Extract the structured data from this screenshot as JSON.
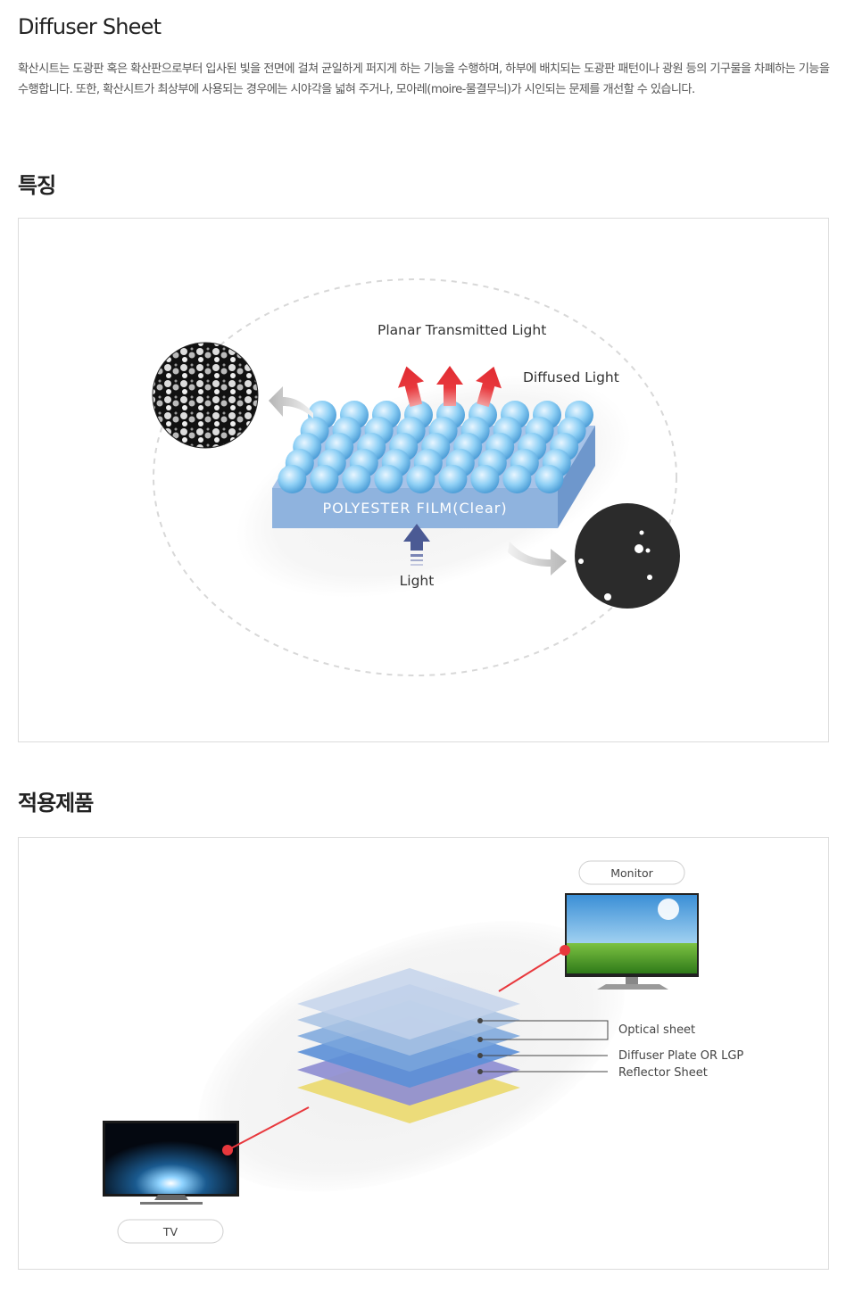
{
  "page": {
    "title": "Diffuser Sheet",
    "intro": "확산시트는 도광판 혹은 확산판으로부터 입사된 빛을 전면에 걸쳐 균일하게 퍼지게 하는 기능을 수행하며, 하부에 배치되는 도광판 패턴이나 광원 등의 기구물을 차폐하는 기능을 수행합니다. 또한, 확산시트가 최상부에 사용되는 경우에는 시야각을 넓혀 주거나, 모아레(moire-물결무늬)가 시인되는 문제를 개선할 수 있습니다."
  },
  "features": {
    "title": "특징",
    "planar_label": "Planar Transmitted Light",
    "diffused_label": "Diffused Light",
    "film_label": "POLYESTER FILM(Clear)",
    "light_label": "Light"
  },
  "applications": {
    "title": "적용제품",
    "monitor_label": "Monitor",
    "tv_label": "TV",
    "layer_optical": "Optical sheet",
    "layer_diffuser": "Diffuser Plate OR LGP",
    "layer_reflector": "Reflector Sheet"
  },
  "colors": {
    "film_blue": "#8fb3de",
    "bead_blue": "#7ec3ef",
    "arrow_red": "#e8383d",
    "arrow_navy": "#4b5a94",
    "reflector_yellow": "#ecdc7a"
  }
}
